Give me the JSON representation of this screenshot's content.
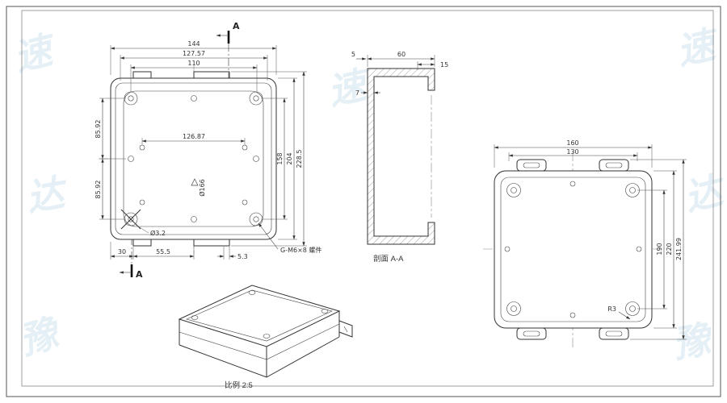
{
  "drawing": {
    "front": {
      "section_label_top": "A",
      "section_label_bottom": "A",
      "dim_width_outer": "144",
      "dim_width_mid": "127.57",
      "dim_width_inner": "110",
      "dim_holes_h": "126.87",
      "dim_height_screws": "158",
      "dim_height_body": "204",
      "dim_height_overall": "228.5",
      "dim_left_upper": "85.92",
      "dim_left_lower": "85.92",
      "dia_center": "Ø166",
      "dia_hole": "Ø3.2",
      "note_screw": "G-M6×8 螺件",
      "dim_bottom_1": "30",
      "dim_bottom_2": "55.5",
      "dim_bottom_3": "5.3"
    },
    "section": {
      "title": "剖面 A-A",
      "dim_top_left": "5",
      "dim_top_width": "60",
      "dim_top_right": "15",
      "dim_wall": "7"
    },
    "rear": {
      "dim_width_outer": "160",
      "dim_width_inner": "130",
      "dim_height_screws": "190",
      "dim_height_body": "220",
      "dim_height_overall": "241.99",
      "radius_note": "R3"
    },
    "iso": {
      "title": "比例 2:5"
    },
    "watermark": {
      "marks": [
        "速",
        "达",
        "豫",
        "速",
        "达",
        "豫",
        "速",
        "达"
      ]
    }
  }
}
